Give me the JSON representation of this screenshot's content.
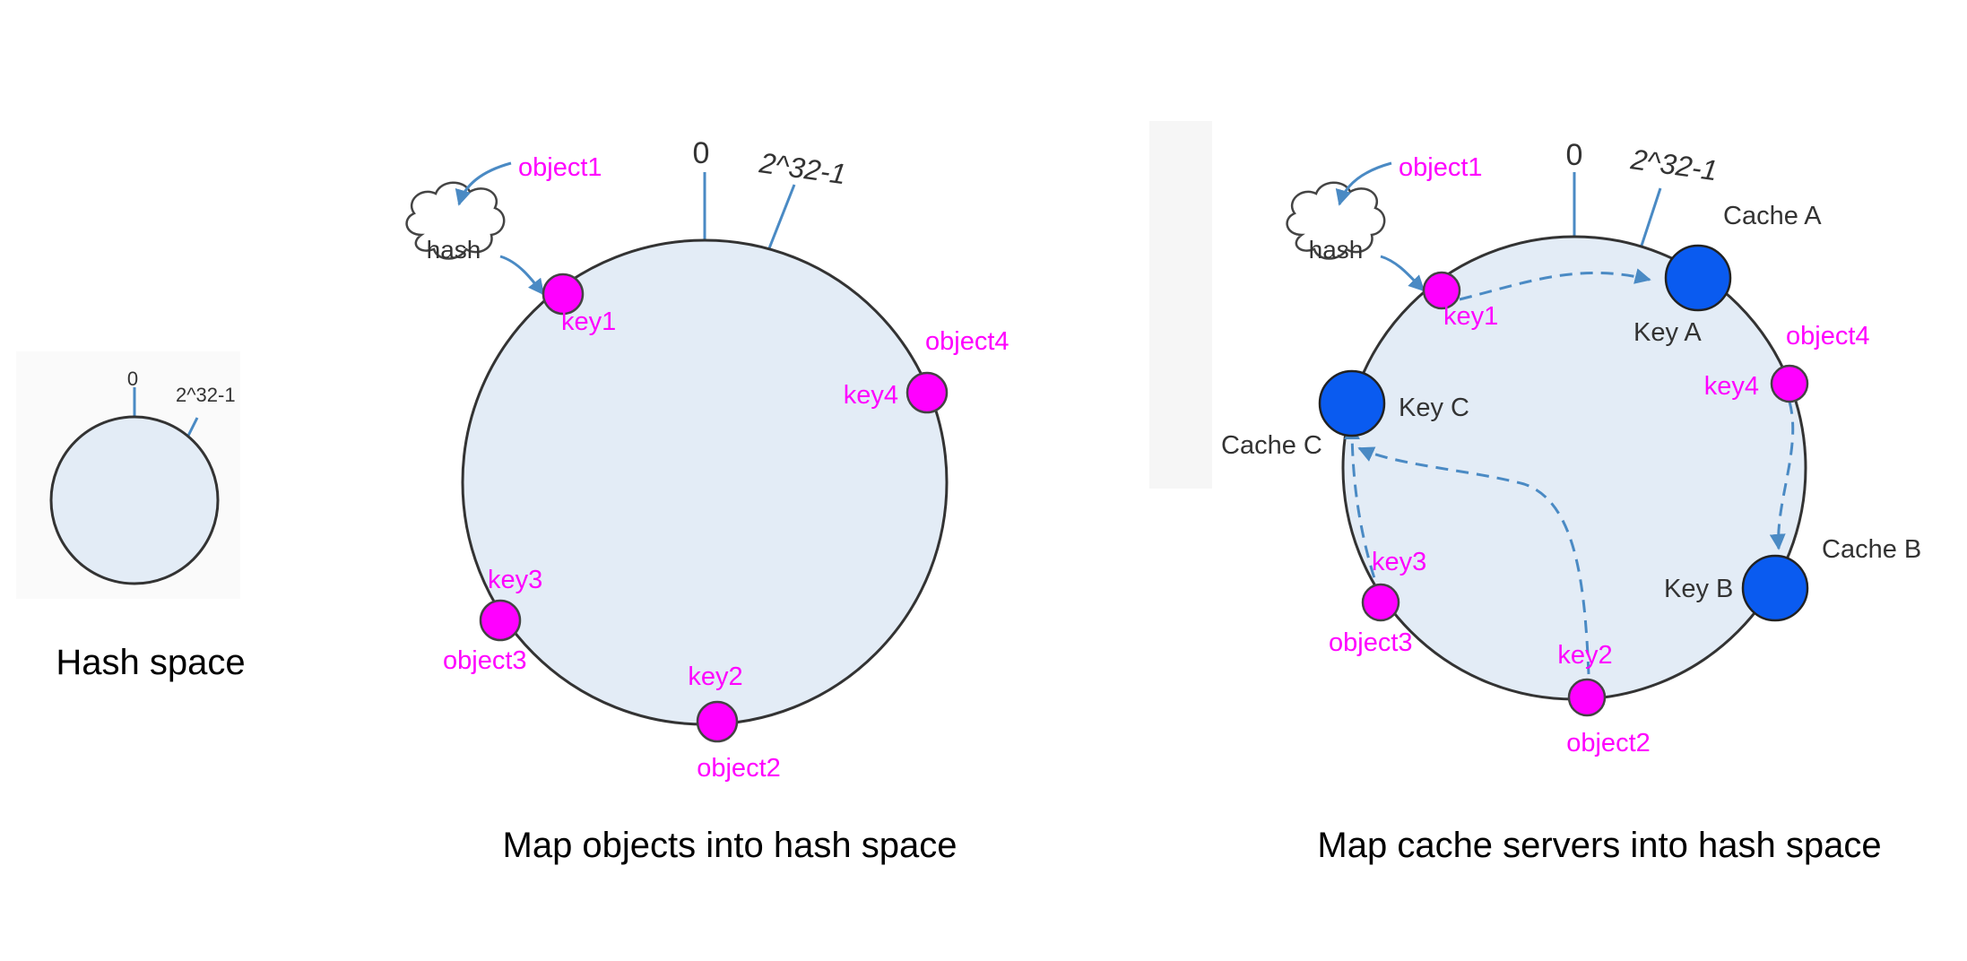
{
  "panels": {
    "hash_space": {
      "zero_label": "0",
      "max_label": "2^32-1",
      "caption": "Hash space"
    },
    "map_objects": {
      "zero_label": "0",
      "max_label": "2^32-1",
      "hash_label": "hash",
      "object1": "object1",
      "key1": "key1",
      "object4": "object4",
      "key4": "key4",
      "key3": "key3",
      "object3": "object3",
      "key2": "key2",
      "object2": "object2",
      "caption": "Map objects into hash space"
    },
    "map_caches": {
      "zero_label": "0",
      "max_label": "2^32-1",
      "hash_label": "hash",
      "object1": "object1",
      "key1": "key1",
      "cache_a": "Cache A",
      "key_a": "Key A",
      "object4": "object4",
      "key4": "key4",
      "cache_c": "Cache C",
      "key_c": "Key C",
      "cache_b": "Cache B",
      "key_b": "Key B",
      "key3": "key3",
      "object3": "object3",
      "key2": "key2",
      "object2": "object2",
      "caption": "Map cache servers into hash space"
    }
  },
  "colors": {
    "ring_fill": "#e3ecf6",
    "key_node": "#ff00ff",
    "cache_node": "#0a5bf0",
    "connector": "#4a8ac4"
  }
}
